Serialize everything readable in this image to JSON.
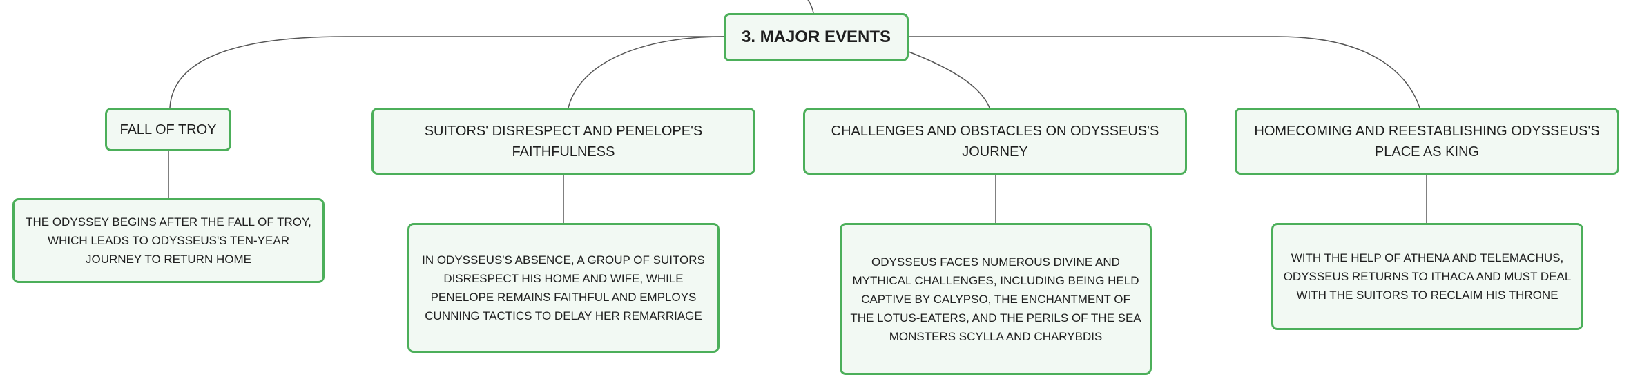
{
  "map": {
    "root": "3. MAJOR EVENTS",
    "branches": [
      {
        "topic": "FALL OF TROY",
        "detail": "THE ODYSSEY BEGINS AFTER THE FALL OF TROY, WHICH LEADS TO ODYSSEUS'S TEN-YEAR JOURNEY TO RETURN HOME"
      },
      {
        "topic": "SUITORS' DISRESPECT AND PENELOPE'S FAITHFULNESS",
        "detail": "IN ODYSSEUS'S ABSENCE, A GROUP OF SUITORS DISRESPECT HIS HOME AND WIFE, WHILE PENELOPE REMAINS FAITHFUL AND EMPLOYS CUNNING TACTICS TO DELAY HER REMARRIAGE"
      },
      {
        "topic": "CHALLENGES AND OBSTACLES ON ODYSSEUS'S JOURNEY",
        "detail": "ODYSSEUS FACES NUMEROUS DIVINE AND MYTHICAL CHALLENGES, INCLUDING BEING HELD CAPTIVE BY CALYPSO, THE ENCHANTMENT OF THE LOTUS-EATERS, AND THE PERILS OF THE SEA MONSTERS SCYLLA AND CHARYBDIS"
      },
      {
        "topic": "HOMECOMING AND REESTABLISHING ODYSSEUS'S PLACE AS KING",
        "detail": "WITH THE HELP OF ATHENA AND TELEMACHUS, ODYSSEUS RETURNS TO ITHACA AND MUST DEAL WITH THE SUITORS TO RECLAIM HIS THRONE"
      }
    ]
  },
  "colors": {
    "node_border": "#4caf5a",
    "node_fill": "#f2f9f3",
    "connector": "#555555"
  }
}
